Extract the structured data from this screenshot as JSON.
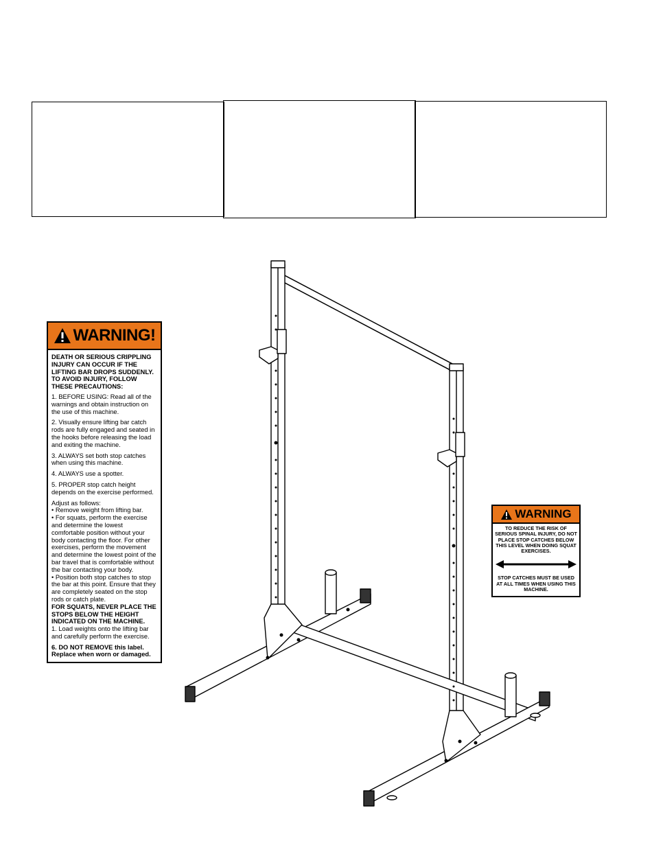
{
  "warning_label_large": {
    "title": "WARNING!",
    "lead": "DEATH OR SERIOUS CRIPPLING INJURY CAN OCCUR IF THE LIFTING BAR DROPS SUDDENLY. TO AVOID INJURY, FOLLOW THESE PRECAUTIONS:",
    "steps": [
      "1. BEFORE USING: Read all of the warnings and obtain instruction on the use of this machine.",
      "2. Visually ensure lifting bar catch rods are fully engaged and seated in the hooks before releasing the load and exiting the machine.",
      "3. ALWAYS set both stop catches when using this machine.",
      "4. ALWAYS use a spotter.",
      "5. PROPER stop catch height depends on the exercise performed."
    ],
    "adjust_heading": "Adjust as follows:",
    "bullets": [
      "Remove weight from lifting bar.",
      "For squats, perform the exercise and determine the lowest comfortable position without your body contacting the floor. For other exercises, perform the movement and determine the lowest point of the bar travel that is comfortable without the bar contacting your body.",
      "Position both stop catches to stop the bar at this point. Ensure that they are completely seated on the stop rods or catch plate."
    ],
    "squat_warning": "FOR SQUATS, NEVER PLACE THE STOPS BELOW THE HEIGHT INDICATED ON THE MACHINE.",
    "load_step": "1. Load weights onto the lifting bar and carefully perform the exercise.",
    "final_step": "6. DO NOT REMOVE this label. Replace when worn or damaged."
  },
  "warning_label_small": {
    "title": "WARNING",
    "text": "TO REDUCE THE RISK OF SERIOUS SPINAL INJURY, DO NOT PLACE STOP CATCHES BELOW THIS LEVEL WHEN DOING SQUAT EXERCISES.",
    "footer": "STOP CATCHES MUST BE USED AT ALL TIMES WHEN USING THIS MACHINE."
  },
  "colors": {
    "warning_orange": "#e8751a",
    "line": "#000000"
  },
  "icons": [
    "warning-triangle-icon",
    "double-arrow-icon"
  ]
}
